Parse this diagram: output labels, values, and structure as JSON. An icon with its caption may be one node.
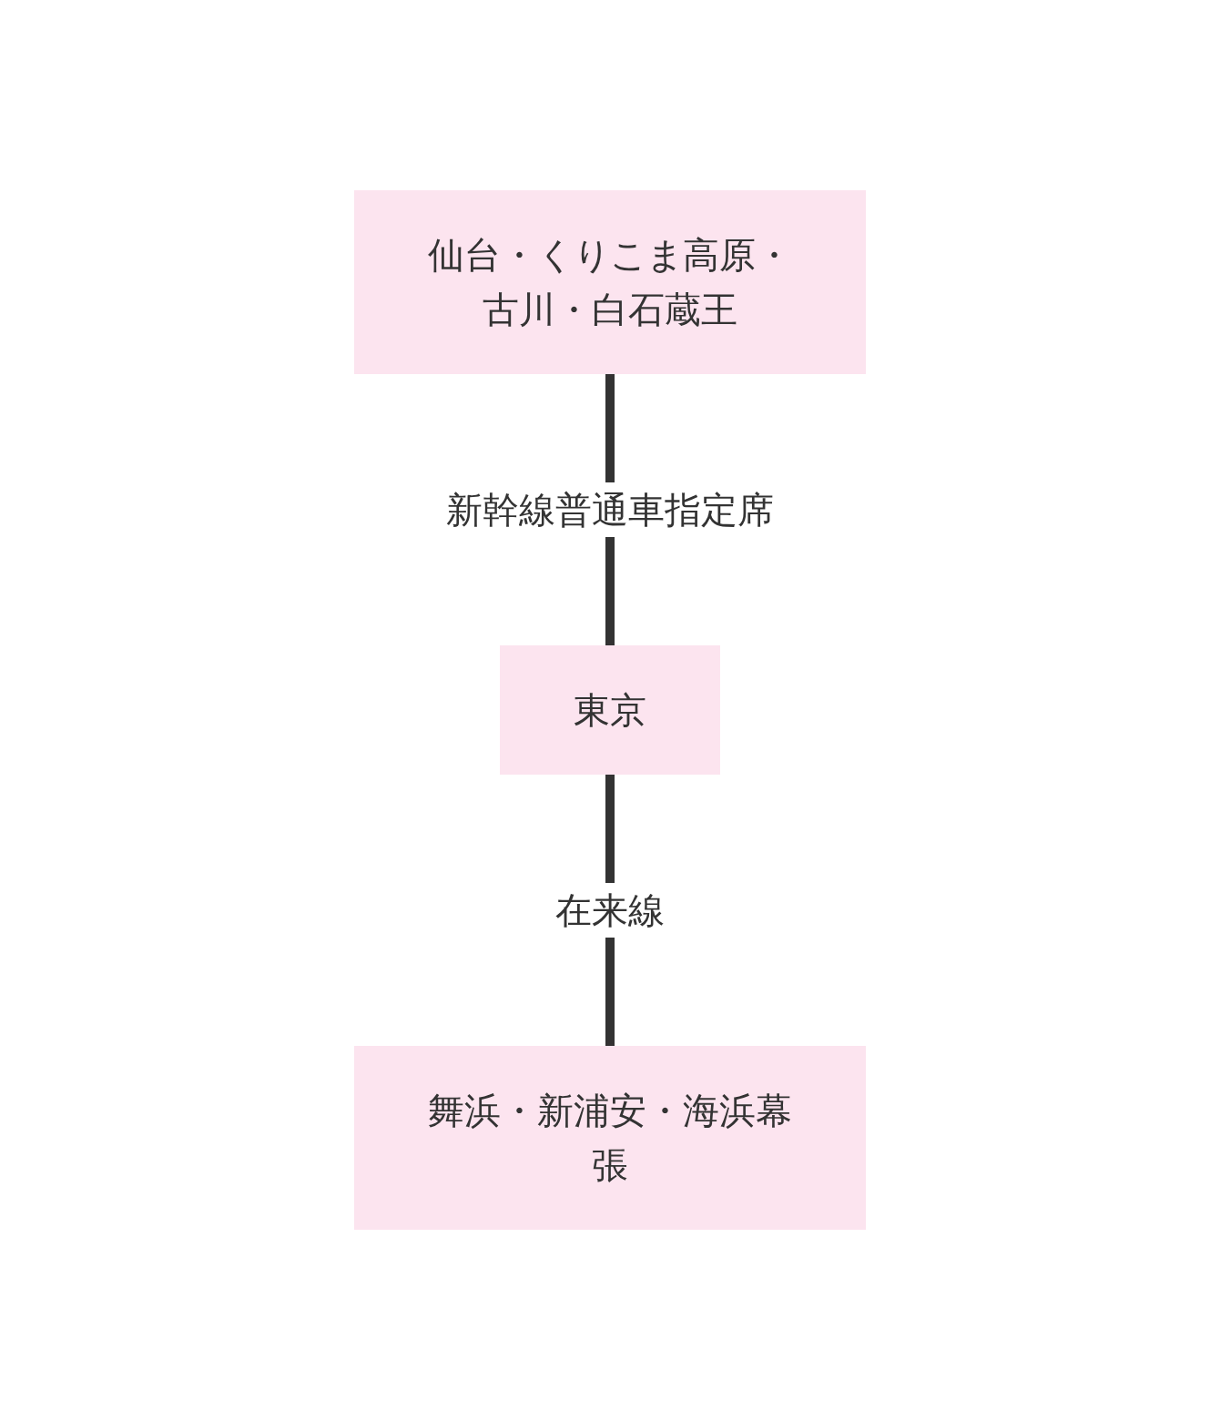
{
  "diagram": {
    "nodes": [
      {
        "text": [
          "仙台・くりこま高原・古川・白石蔵王"
        ]
      },
      {
        "text": [
          "東京"
        ]
      },
      {
        "text": [
          "舞浜・新浦安・海浜幕張"
        ]
      }
    ],
    "edges": [
      {
        "from": 0,
        "to": 1,
        "arrow": "none",
        "label": "新幹線普通車指定席"
      },
      {
        "from": 1,
        "to": 2,
        "arrow": "none",
        "label": "在来線"
      }
    ]
  }
}
